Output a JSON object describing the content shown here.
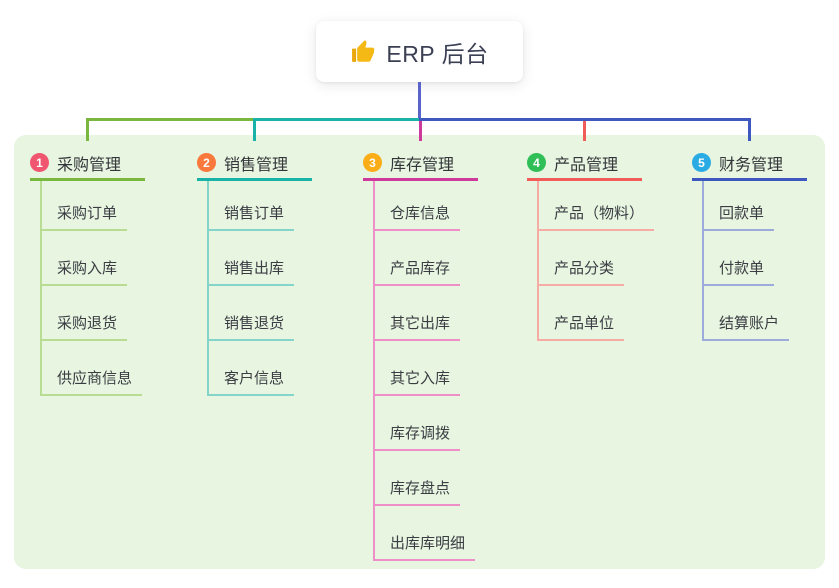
{
  "root": {
    "label": "ERP 后台",
    "icon": "thumbs-up-icon"
  },
  "branches": [
    {
      "badge": "1",
      "label": "采购管理",
      "badge_color": "#f0566f",
      "line_color": "#7ab73e",
      "thin_line_color": "#b9dc93",
      "children": [
        "采购订单",
        "采购入库",
        "采购退货",
        "供应商信息"
      ]
    },
    {
      "badge": "2",
      "label": "销售管理",
      "badge_color": "#f8793b",
      "line_color": "#18b2a6",
      "thin_line_color": "#85d4c9",
      "children": [
        "销售订单",
        "销售出库",
        "销售退货",
        "客户信息"
      ]
    },
    {
      "badge": "3",
      "label": "库存管理",
      "badge_color": "#fbad18",
      "line_color": "#cd3a9c",
      "thin_line_color": "#ef8fc8",
      "children": [
        "仓库信息",
        "产品库存",
        "其它出库",
        "其它入库",
        "库存调拨",
        "库存盘点",
        "出库库明细"
      ]
    },
    {
      "badge": "4",
      "label": "产品管理",
      "badge_color": "#30bf57",
      "line_color": "#f15c59",
      "thin_line_color": "#f6aba5",
      "children": [
        "产品（物料）",
        "产品分类",
        "产品单位"
      ]
    },
    {
      "badge": "5",
      "label": "财务管理",
      "badge_color": "#2aabe4",
      "line_color": "#3f58c0",
      "thin_line_color": "#9cabd9",
      "children": [
        "回款单",
        "付款单",
        "结算账户"
      ]
    }
  ],
  "colors": {
    "page_background": "#ffffff",
    "panel_background": "#e7f5e1",
    "root_connector": "#5a63c9",
    "root_text": "#3b4054",
    "thumb_icon": "#f5b916"
  }
}
